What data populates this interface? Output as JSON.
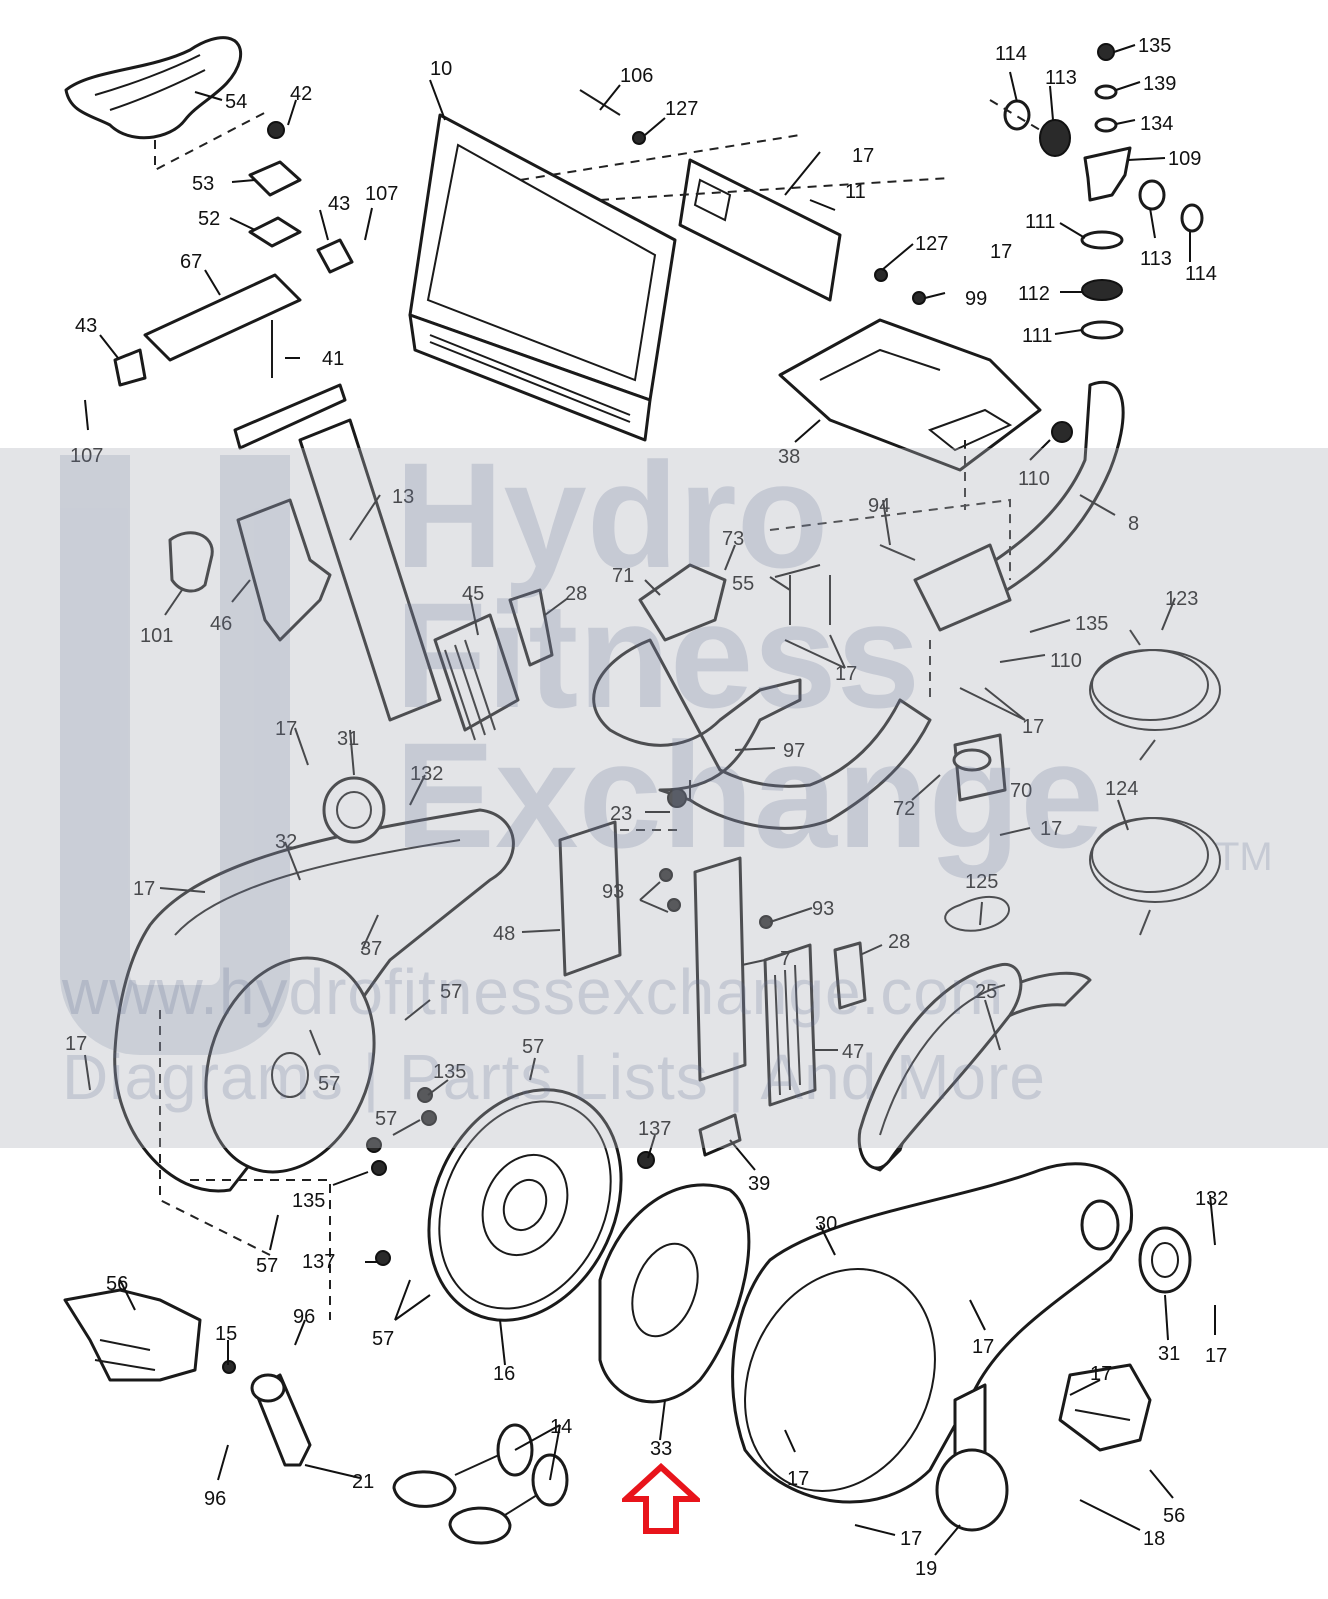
{
  "labels": {
    "l10": "10",
    "l106": "106",
    "l127a": "127",
    "l17a": "17",
    "l11": "11",
    "l127b": "127",
    "l17b": "17",
    "l99": "99",
    "l54": "54",
    "l42": "42",
    "l53": "53",
    "l52": "52",
    "l43a": "43",
    "l107a": "107",
    "l67": "67",
    "l43b": "43",
    "l41": "41",
    "l107b": "107",
    "l114a": "114",
    "l113a": "113",
    "l135a": "135",
    "l139": "139",
    "l134": "134",
    "l109": "109",
    "l111a": "111",
    "l113b": "113",
    "l114b": "114",
    "l112": "112",
    "l111b": "111",
    "l38": "38",
    "l110a": "110",
    "l8": "8",
    "l13": "13",
    "l101": "101",
    "l46": "46",
    "l45": "45",
    "l28a": "28",
    "l94": "94",
    "l71": "71",
    "l73": "73",
    "l55": "55",
    "l135b": "135",
    "l110b": "110",
    "l123": "123",
    "l17c": "17",
    "l17d": "17",
    "l17e": "17",
    "l31a": "31",
    "l132a": "132",
    "l97": "97",
    "l23": "23",
    "l72": "72",
    "l70": "70",
    "l17f": "17",
    "l124": "124",
    "l32": "32",
    "l17g": "17",
    "l37": "37",
    "l93a": "93",
    "l93b": "93",
    "l48": "48",
    "l7": "7",
    "l125": "125",
    "l28b": "28",
    "l57a": "57",
    "l17h": "17",
    "l57b": "57",
    "l57c": "57",
    "l135c": "135",
    "l25": "25",
    "l47": "47",
    "l57d": "57",
    "l137a": "137",
    "l39": "39",
    "l135d": "135",
    "l57e": "57",
    "l30": "30",
    "l132b": "132",
    "l137b": "137",
    "l57f": "57",
    "l16": "16",
    "l17i": "17",
    "l31b": "31",
    "l17j": "17",
    "l56a": "56",
    "l15": "15",
    "l96a": "96",
    "l17k": "17",
    "l33": "33",
    "l14": "14",
    "l21": "21",
    "l96b": "96",
    "l17l": "17",
    "l56b": "56",
    "l17m": "17",
    "l18": "18",
    "l19": "19"
  },
  "watermark": {
    "line1": "Hydro",
    "line2": "Fitness",
    "line3": "Exchange",
    "tm": "TM",
    "url": "www.hydrofitnessexchange.com",
    "tagline": "Diagrams | Parts Lists | And More"
  },
  "colors": {
    "highlight_arrow": "#e8141b",
    "watermark": "#5f6e91"
  }
}
